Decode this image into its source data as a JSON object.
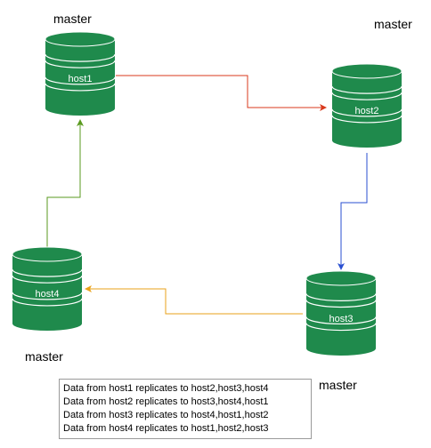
{
  "colors": {
    "db_fill": "#1f8a4c",
    "db_band": "#ffffff",
    "arrow_host1_to_host2": "#d9391c",
    "arrow_host2_to_host3": "#2a4fd1",
    "arrow_host3_to_host4": "#eaa21a",
    "arrow_host4_to_host1": "#5a9a1f"
  },
  "nodes": {
    "host1": {
      "label": "host1",
      "role": "master"
    },
    "host2": {
      "label": "host2",
      "role": "master"
    },
    "host3": {
      "label": "host3",
      "role": "master"
    },
    "host4": {
      "label": "host4",
      "role": "master"
    }
  },
  "edges": [
    {
      "from": "host1",
      "to": "host2",
      "color_key": "arrow_host1_to_host2"
    },
    {
      "from": "host2",
      "to": "host3",
      "color_key": "arrow_host2_to_host3"
    },
    {
      "from": "host3",
      "to": "host4",
      "color_key": "arrow_host3_to_host4"
    },
    {
      "from": "host4",
      "to": "host1",
      "color_key": "arrow_host4_to_host1"
    }
  ],
  "legend": {
    "lines": [
      "Data from host1 replicates to host2,host3,host4",
      "Data from host2 replicates to host3,host4,host1",
      "Data from host3 replicates to host4,host1,host2",
      "Data from host4 replicates to host1,host2,host3"
    ]
  }
}
